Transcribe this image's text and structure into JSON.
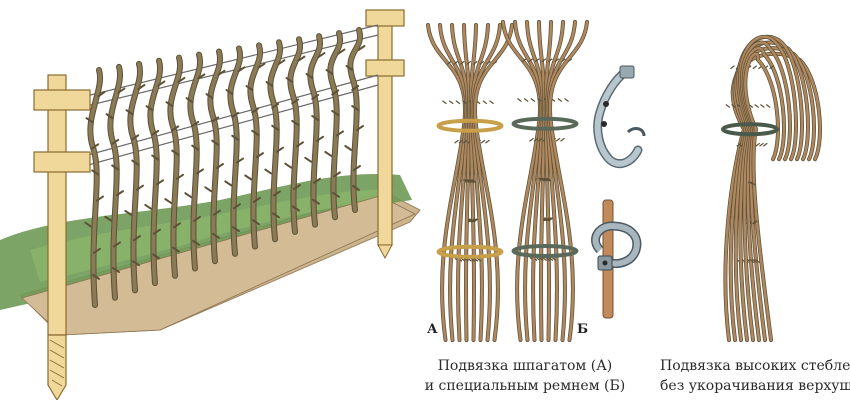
{
  "labels": {
    "letter_a": "А",
    "letter_b": "Б"
  },
  "captions": {
    "twine_line1": "Подвязка шпагатом (А)",
    "twine_line2": "и специальным ремнем (Б)",
    "tall_line1": "Подвязка высоких стеблей",
    "tall_line2": "без укорачивания верхушек"
  },
  "colors": {
    "post": "#f0d89a",
    "post_outline": "#8a6a30",
    "soil": "#ccb48e",
    "grass": "#6d9a55",
    "cane": "#8a7a55",
    "cane_dark": "#5d5238",
    "wire": "#6a6a6a",
    "rod": "#c08a5a",
    "strap": "#8e9ea8"
  },
  "icons": [
    "trellis-scene",
    "cane-bundle-twine",
    "cane-bundle-strap",
    "strap-clip-icon",
    "strap-on-stake",
    "arched-cane-bundle"
  ]
}
